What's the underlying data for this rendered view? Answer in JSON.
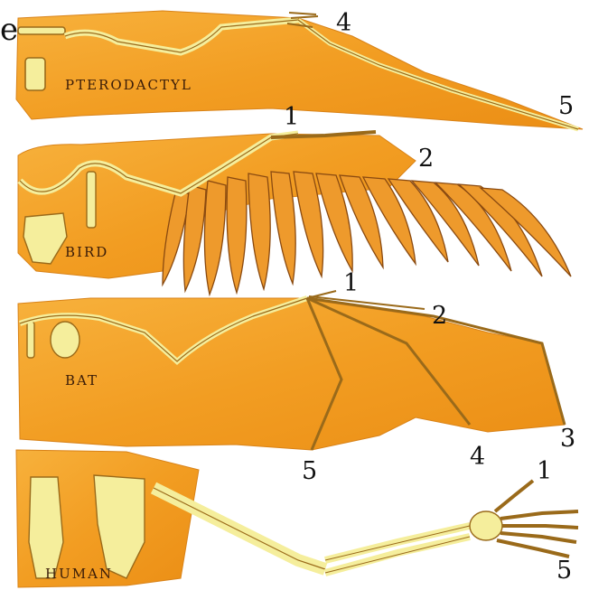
{
  "stray_text": "e",
  "panels": [
    {
      "name": "pterodactyl",
      "label": "PTERODACTYL",
      "digits": [
        "4",
        "5"
      ]
    },
    {
      "name": "bird",
      "label": "BIRD",
      "digits": [
        "1",
        "2"
      ]
    },
    {
      "name": "bat",
      "label": "BAT",
      "digits": [
        "1",
        "2",
        "3",
        "4",
        "5"
      ]
    },
    {
      "name": "human",
      "label": "HUMAN",
      "digits": [
        "1",
        "5"
      ]
    }
  ],
  "colors": {
    "membrane": "#f2a02a",
    "membrane_dark": "#e58a12",
    "bone": "#f5ee9c",
    "bone_outline": "#9a6a1a",
    "feather": "#e9942a",
    "feather_line": "#8a4a10"
  }
}
